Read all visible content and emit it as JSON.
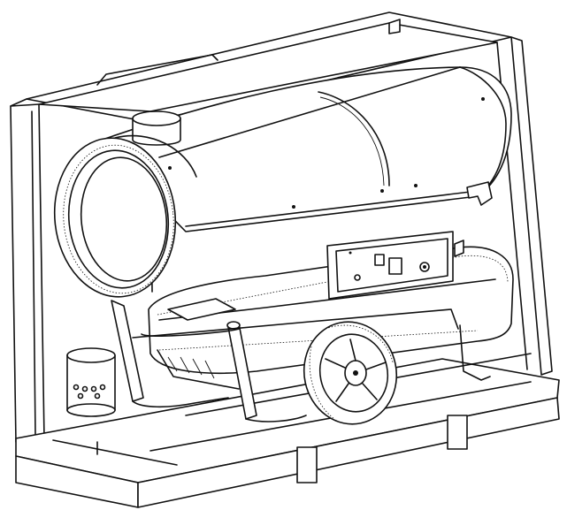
{
  "figure": {
    "subject": "diesel-space-heater-in-shipping-crate",
    "components": [
      "crate-frame",
      "wooden-pallet",
      "heater-cylinder-body",
      "air-outlet-ring",
      "exhaust-flue-stub",
      "fuel-tank",
      "control-panel",
      "wheel",
      "tubular-handle-frame",
      "flue-chimney-cap"
    ]
  }
}
